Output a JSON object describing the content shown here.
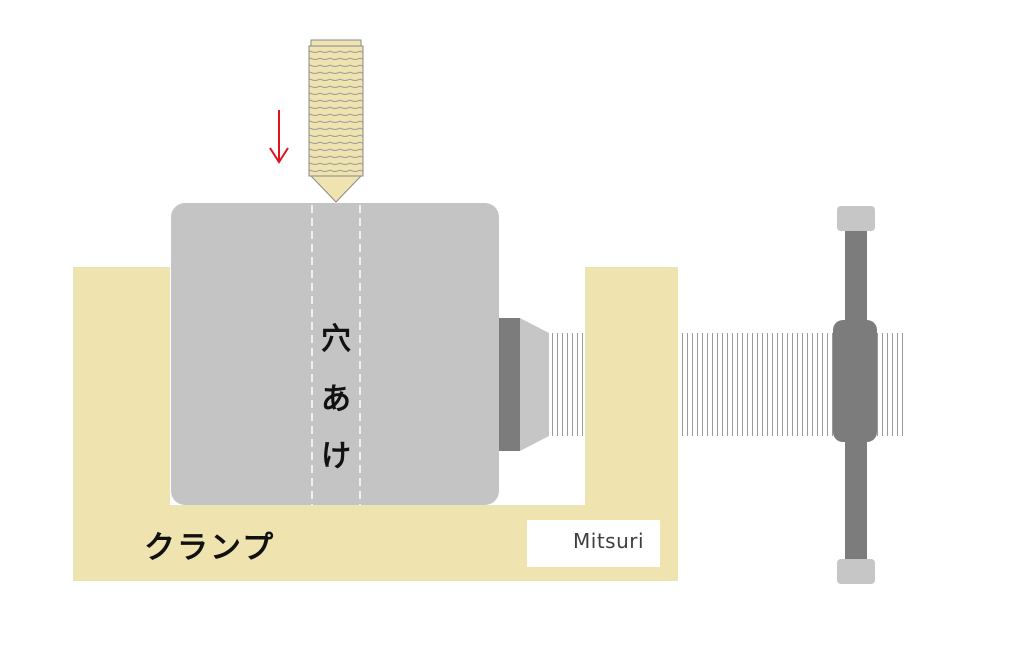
{
  "diagram": {
    "drill_direction_icon": "down-arrow-icon",
    "workpiece_label": [
      "穴",
      "あ",
      "け"
    ],
    "clamp_label": "クランプ",
    "logo": {
      "text": "Mitsuri",
      "icon": "mitsuri-m-logo-icon"
    }
  },
  "colors": {
    "clamp": "#EFE3AF",
    "workpiece": "#C4C4C4",
    "screw_dark": "#7C7C7C",
    "screw_light": "#C6C6C6",
    "drill_bit": "#EFE3AF",
    "arrow": "#E0121B",
    "logo_navy": "#1B2A6B",
    "logo_teal": "#6EC9C2"
  }
}
